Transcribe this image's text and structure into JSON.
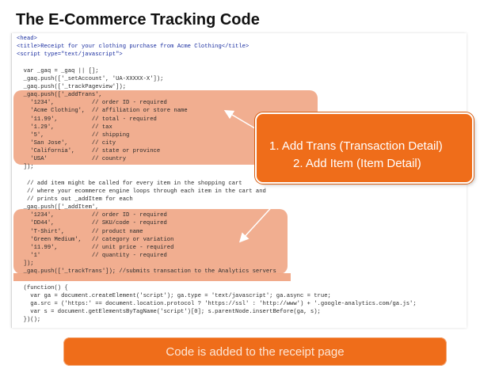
{
  "slide": {
    "title": "The E-Commerce Tracking Code",
    "footer": "Code is added to the receipt page"
  },
  "callout": {
    "item1": "1.   Add Trans (Transaction Detail)",
    "item2": "2.   Add Item (Item Detail)"
  },
  "code_lines": [
    "<head>",
    "<title>Receipt for your clothing purchase from Acme Clothing</title>",
    "<script type=\"text/javascript\">",
    "",
    "  var _gaq = _gaq || [];",
    "  _gaq.push(['_setAccount', 'UA-XXXXX-X']);",
    "  _gaq.push(['_trackPageview']);",
    "  _gaq.push(['_addTrans',",
    "    '1234',           // order ID - required",
    "    'Acme Clothing',  // affiliation or store name",
    "    '11.99',          // total - required",
    "    '1.29',           // tax",
    "    '5',              // shipping",
    "    'San Jose',       // city",
    "    'California',     // state or province",
    "    'USA'             // country",
    "  ]);",
    "",
    "   // add item might be called for every item in the shopping cart",
    "   // where your ecommerce engine loops through each item in the cart and",
    "   // prints out _addItem for each",
    "  _gaq.push(['_addItem',",
    "    '1234',           // order ID - required",
    "    'DD44',           // SKU/code - required",
    "    'T-Shirt',        // product name",
    "    'Green Medium',   // category or variation",
    "    '11.99',          // unit price - required",
    "    '1'               // quantity - required",
    "  ]);",
    "  _gaq.push(['_trackTrans']); //submits transaction to the Analytics servers",
    "",
    "  (function() {",
    "    var ga = document.createElement('script'); ga.type = 'text/javascript'; ga.async = true;",
    "    ga.src = ('https:' == document.location.protocol ? 'https://ssl' : 'http://www') + '.google-analytics.com/ga.js';",
    "    var s = document.getElementsByTagName('script')[0]; s.parentNode.insertBefore(ga, s);",
    "  })();"
  ]
}
